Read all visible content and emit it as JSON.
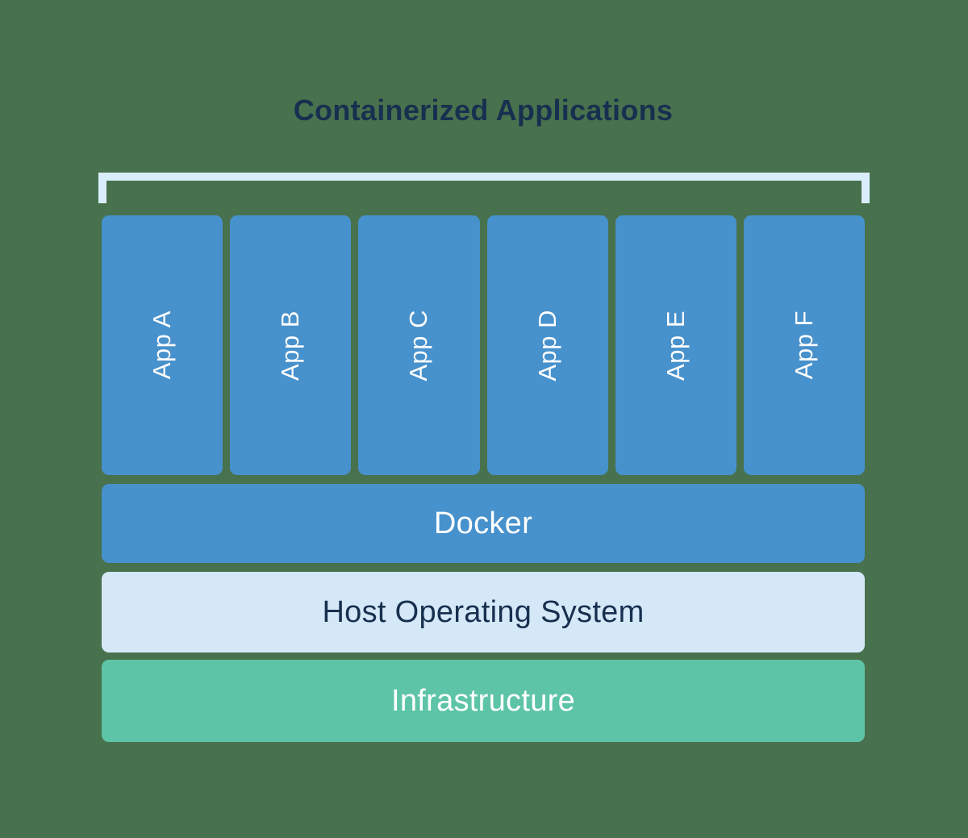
{
  "title": "Containerized Applications",
  "apps": [
    "App A",
    "App B",
    "App C",
    "App D",
    "App E",
    "App F"
  ],
  "layers": {
    "docker": "Docker",
    "host_os": "Host Operating System",
    "infrastructure": "Infrastructure"
  },
  "colors": {
    "background_green": "#48714D",
    "container_blue": "#4791CC",
    "bracket_light_blue": "#DAEDFC",
    "host_os_light_blue": "#D5E8F8",
    "infrastructure_teal": "#5EC4A7",
    "text_navy": "#17304F",
    "text_white": "#FFFFFF"
  }
}
